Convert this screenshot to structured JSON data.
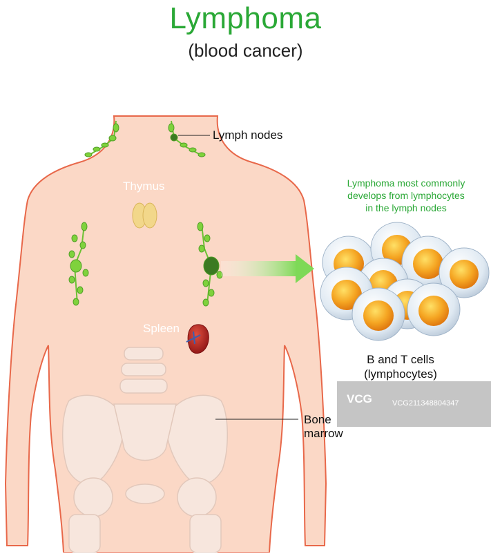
{
  "title": "Lymphoma",
  "subtitle": "(blood cancer)",
  "labels": {
    "lymph_nodes": "Lymph nodes",
    "thymus": "Thymus",
    "spleen": "Spleen",
    "bone_marrow_line1": "Bone",
    "bone_marrow_line2": "marrow",
    "note_line1": "Lymphoma most commonly",
    "note_line2": "develops from lymphocytes",
    "note_line3": "in the lymph nodes",
    "cells_line1": "B and T cells",
    "cells_line2": "(lymphocytes)"
  },
  "watermark": {
    "logo": "VCG",
    "text": "VCG211348804347"
  },
  "colors": {
    "title": "#2aa836",
    "skin": "#fbd8c6",
    "skin_outline": "#e8684a",
    "lymph_node": "#7fd23c",
    "enlarged_node": "#3b7a22",
    "arrow": "#7ed957",
    "spleen": "#b8231f",
    "bone": "#f7e6dd",
    "cell_nucleus": "#f5a623"
  },
  "icons": [
    "lymph-node-icon",
    "thymus-icon",
    "spleen-icon",
    "pelvis-icon",
    "spine-icon",
    "arrow-right-icon",
    "lymphocyte-cell-icon"
  ]
}
